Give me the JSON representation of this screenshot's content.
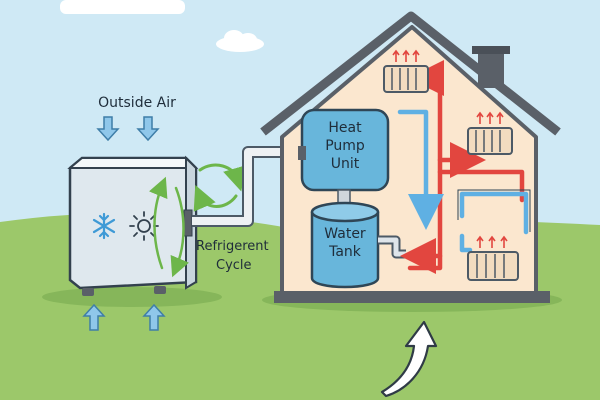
{
  "labels": {
    "outside_air": "Outside Air",
    "refrigerant_cycle_line1": "Refrigerent",
    "refrigerant_cycle_line2": "Cycle",
    "heat_pump_line1": "Heat",
    "heat_pump_line2": "Pump",
    "heat_pump_line3": "Unit",
    "water_tank_line1": "Water",
    "water_tank_line2": "Tank"
  },
  "icons": {
    "outdoor_unit_left": "snowflake-icon",
    "outdoor_unit_right": "sun-icon"
  },
  "colors": {
    "sky": "#cfe9f5",
    "grass": "#9cc86a",
    "wall": "#fbe7cf",
    "roof": "#5a6068",
    "hot_pipe": "#e2463f",
    "cold_pipe": "#5fb0e3",
    "tank_blue": "#68b6db",
    "arrow_green": "#6db64a",
    "radiator": "#f2dcc0"
  }
}
